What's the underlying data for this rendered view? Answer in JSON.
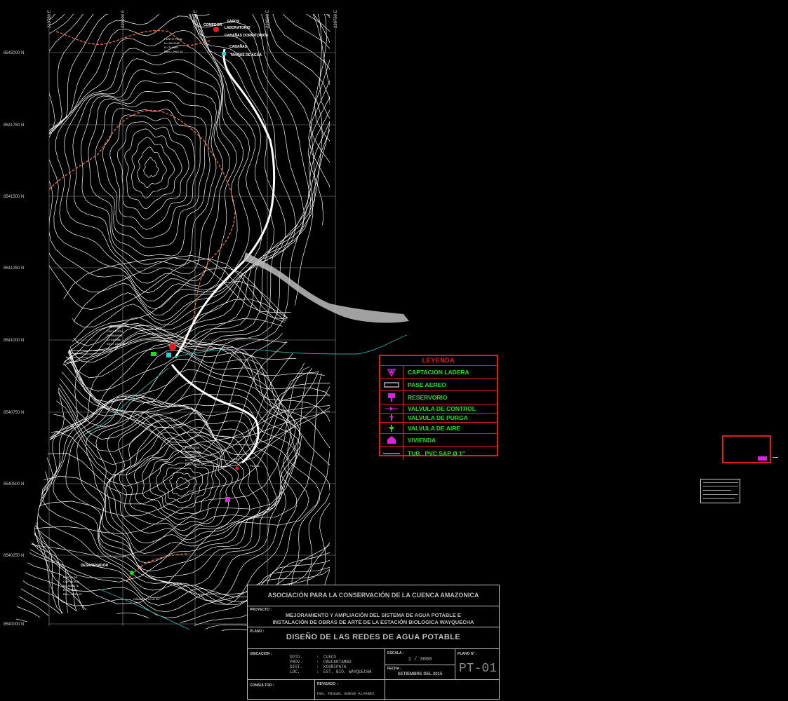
{
  "colors": {
    "background": "#000000",
    "contour": "#ffffff",
    "trail": "#e07040",
    "pipe": "#2fa8a0",
    "legend_border": "#e41b1b",
    "legend_text": "#19e019",
    "marker_red": "#e41b1b",
    "marker_magenta": "#e020e0",
    "marker_green": "#19e019",
    "marker_cyan": "#2ad0d0"
  },
  "grid": {
    "northings": [
      "8540000 N",
      "8541750 N",
      "8541500 N",
      "8541250 N",
      "8541000 N",
      "8540750 N",
      "8540500 N",
      "8540250 N",
      "8540000 N"
    ],
    "eastings": [
      "219750 E",
      "220000 E",
      "220250 E",
      "220500 E",
      "220750 E"
    ]
  },
  "map_labels": {
    "faros": "FAROS",
    "comedor": "COMEDOR",
    "laboratorio": "LABORATORIO",
    "cabanas_dormitorios": "CABAÑAS DORMITORIOS",
    "cabanas": "CABAÑAS",
    "tanque_de_agua": "TANQUE DE AGUA",
    "punto_final": [
      "PUNTO FINAL",
      "N= 8541992",
      "E= 219999",
      "Elev.= 2962.10"
    ],
    "punto_captacion_1": [
      "PUNTO DE",
      "CAPTACIÓN",
      "N= 8540998",
      "E= 219753",
      "Elev.= 2800.00"
    ],
    "punto_captacion_2": [
      "PUNTO DE",
      "CAPTACIÓN",
      "N= 8540563",
      "E= 219872",
      "Elev.= 2692.00"
    ],
    "punto_captacion_3": [
      "PUNTO DE",
      "CAPTACIÓN",
      "N= 8540176",
      "E= 219663",
      "Elev.= 2663.00"
    ],
    "desarenador": "DESARENADOR",
    "camara_pvc": "CÁMARA PVC Ø 3/4\"",
    "casa": "CASA",
    "cabina": "CABINA",
    "pileta": "PILETA"
  },
  "legend": {
    "title": "LEYENDA",
    "items": [
      {
        "label": "CAPTACION LADERA",
        "icon": "captacion-icon"
      },
      {
        "label": "PASE AEREO",
        "icon": "pase-aereo-icon"
      },
      {
        "label": "RESERVORIO",
        "icon": "reservorio-icon"
      },
      {
        "label": "VALVULA DE CONTROL",
        "icon": "valvula-control-icon"
      },
      {
        "label": "VALVULA DE PURGA",
        "icon": "valvula-purga-icon"
      },
      {
        "label": "VALVULA DE AIRE",
        "icon": "valvula-aire-icon"
      },
      {
        "label": "VIVIENDA",
        "icon": "vivienda-icon"
      },
      {
        "label": "TUB . PVC SAP Ø 1\"",
        "icon": "tuberia-icon"
      }
    ]
  },
  "titleblock": {
    "organization": "ASOCIACIÓN  PARA LA CONSERVACIÓN DE LA CUENCA AMAZONICA",
    "proyecto_label": "PROYECTO :",
    "proyecto_line1": "MEJORAMIENTO Y AMPLIACIÓN DEL SISTEMA DE AGUA POTABLE E",
    "proyecto_line2": "INSTALACIÓN DE OBRAS DE ARTE DE LA ESTACIÓN BIOLOGICA WAYQUECHA",
    "plano_label": "PLANO :",
    "plano_title": "DISEÑO DE LAS REDES DE AGUA POTABLE",
    "ubicacion_label": "UBICACION :",
    "ubicacion_rows": [
      {
        "k": "DPTO.",
        "v": "CUSCO"
      },
      {
        "k": "PROV.",
        "v": "PAUCARTAMBO"
      },
      {
        "k": "DIST.",
        "v": "KOSÑIPATA"
      },
      {
        "k": "LOC.",
        "v": "EST. BIO. WAYQUECHA"
      }
    ],
    "escala_label": "ESCALA :",
    "escala_value": "1 / 3000",
    "fecha_label": "FECHA :",
    "fecha_value": "SETIEMBRE DEL 2015",
    "plano_n_label": "PLANO N° :",
    "plano_n_value": "PT-01",
    "consultor_label": "CONSULTOR :",
    "revisado_label": "REVISADO :",
    "revisado_value": "ING. MIGUEL BUENO ALVAREZ"
  }
}
